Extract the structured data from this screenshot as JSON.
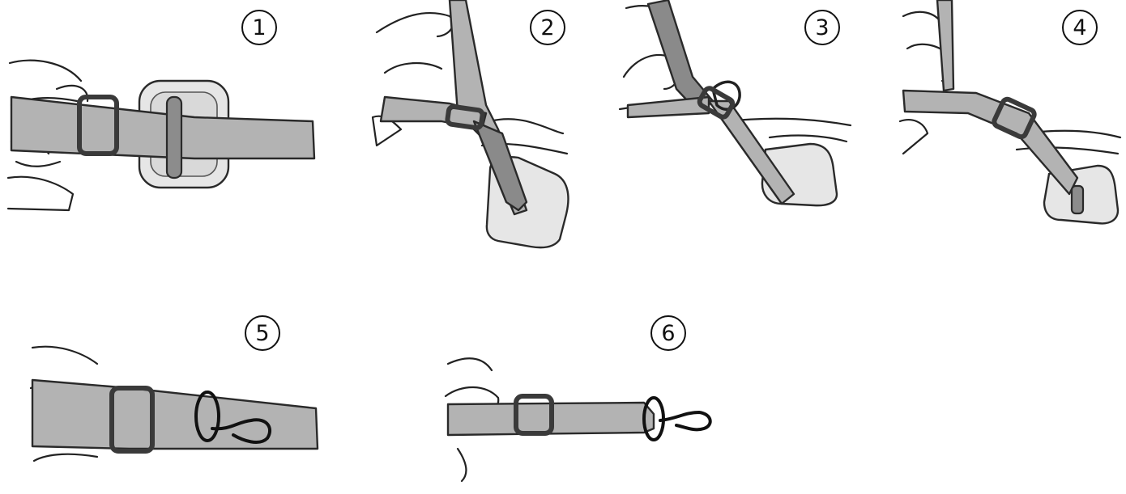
{
  "steps": [
    {
      "number": "1",
      "icon": "strap-through-plate"
    },
    {
      "number": "2",
      "icon": "strap-folded-back"
    },
    {
      "number": "3",
      "icon": "strap-through-buckle"
    },
    {
      "number": "4",
      "icon": "strap-tightened"
    },
    {
      "number": "5",
      "icon": "lanyard-loop-attached"
    },
    {
      "number": "6",
      "icon": "strap-finished"
    }
  ],
  "colors": {
    "strap": "#b3b3b3",
    "strap_dark": "#8a8a8a",
    "ink": "#222222",
    "plate": "#e6e6e6"
  }
}
